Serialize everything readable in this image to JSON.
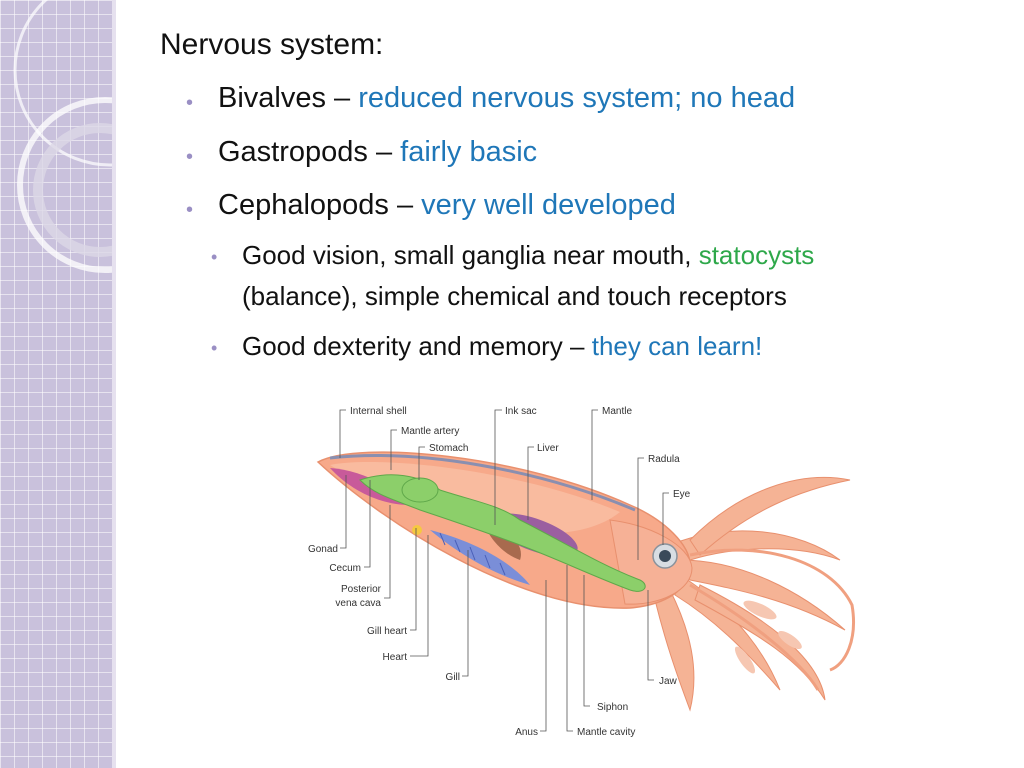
{
  "heading": "Nervous system:",
  "bullets": [
    {
      "term": "Bivalves",
      "sep": " – ",
      "detail": "reduced nervous system; no head"
    },
    {
      "term": "Gastropods",
      "sep": " – ",
      "detail": "fairly basic"
    },
    {
      "term": "Cephalopods",
      "sep": " – ",
      "detail": "very well developed"
    }
  ],
  "sub_bullets": [
    {
      "line1_a": "Good vision, small ganglia near mouth, ",
      "line1_b": "statocysts",
      "line2": "(balance), simple chemical and touch receptors"
    },
    {
      "a": "Good dexterity and memory – ",
      "b": "they can learn!"
    }
  ],
  "diagram": {
    "labels": {
      "internal_shell": "Internal shell",
      "mantle_artery": "Mantle artery",
      "stomach": "Stomach",
      "ink_sac": "Ink sac",
      "liver": "Liver",
      "mantle": "Mantle",
      "radula": "Radula",
      "eye": "Eye",
      "gonad": "Gonad",
      "cecum": "Cecum",
      "posterior_vena_cava_1": "Posterior",
      "posterior_vena_cava_2": "vena cava",
      "gill_heart": "Gill heart",
      "heart": "Heart",
      "gill": "Gill",
      "jaw": "Jaw",
      "siphon": "Siphon",
      "anus": "Anus",
      "mantle_cavity": "Mantle cavity"
    }
  },
  "colors": {
    "accent_blue": "#1f77b8",
    "accent_green": "#2ea84a",
    "bullet": "#9a8fc4",
    "sidebar": "#c9c1dc"
  }
}
